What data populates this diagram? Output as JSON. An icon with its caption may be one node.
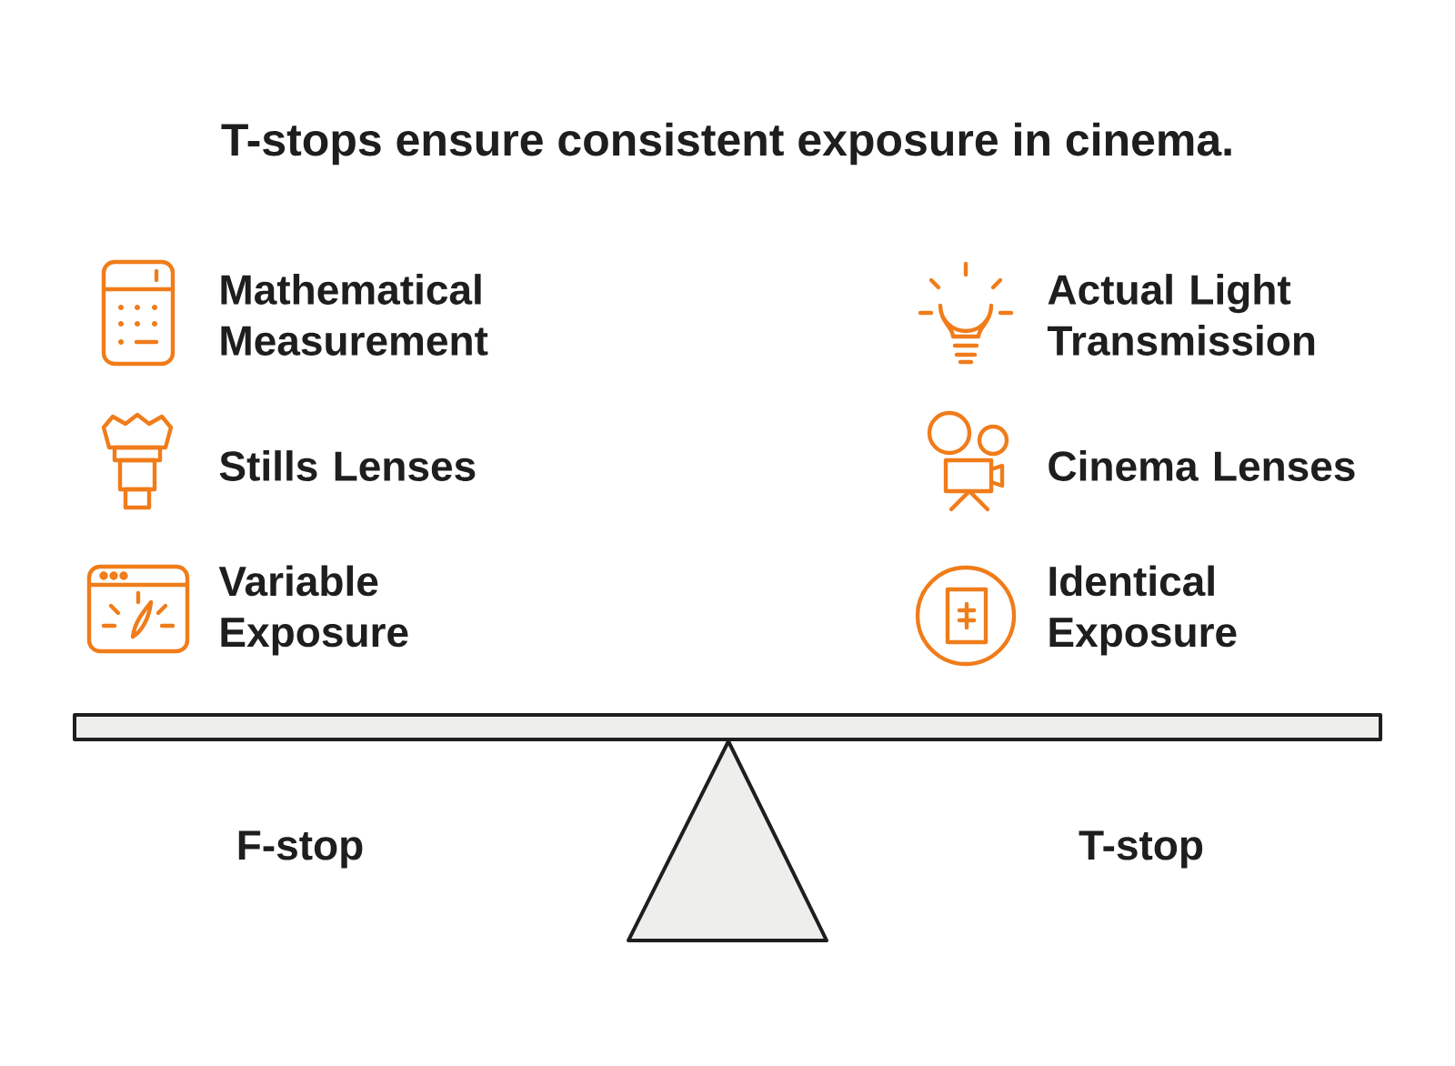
{
  "diagram": {
    "title": "T-stops ensure consistent exposure in cinema.",
    "labels": [
      "Mathematical Measurement",
      "Actual Light Transmission",
      "Stills Lenses",
      "Cinema Lenses",
      "Variable Exposure",
      "Identical Exposure",
      "F-stop",
      "T-stop"
    ]
  }
}
